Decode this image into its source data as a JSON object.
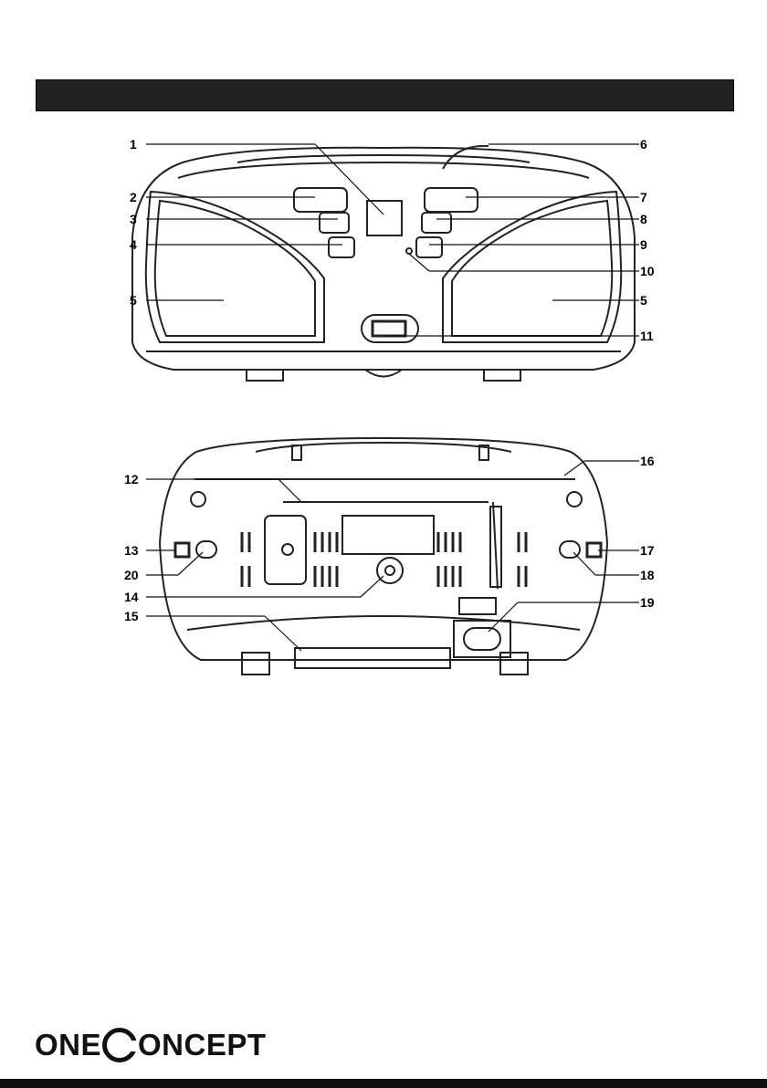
{
  "logo": {
    "part1": "ONE",
    "part2": "ONCEPT"
  },
  "front_callouts": [
    "1",
    "2",
    "3",
    "4",
    "5",
    "5",
    "6",
    "7",
    "8",
    "9",
    "10",
    "11"
  ],
  "back_callouts": [
    "12",
    "13",
    "20",
    "14",
    "15",
    "16",
    "17",
    "18",
    "19"
  ]
}
